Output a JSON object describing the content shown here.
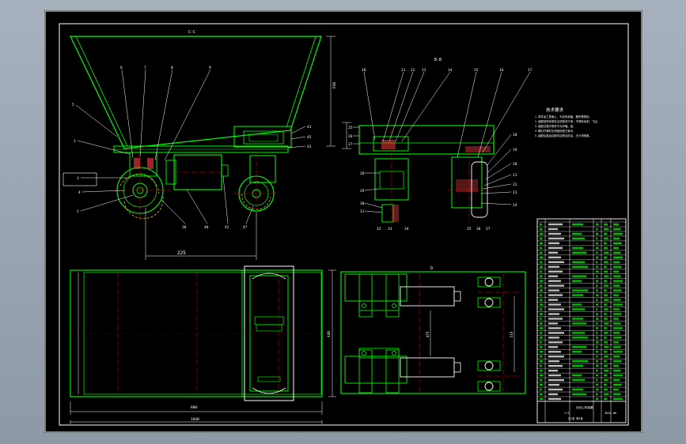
{
  "sections": {
    "cc": "C-C",
    "bb": "B-B",
    "d": "D"
  },
  "dims": {
    "d225": "225",
    "d880": "880",
    "d1040": "1040",
    "d650": "650",
    "d440": "440",
    "d470": "470",
    "d510": "510"
  },
  "balloons_left": [
    "6",
    "7",
    "8",
    "9",
    "5",
    "1",
    "3",
    "4",
    "2",
    "38",
    "40",
    "42",
    "47",
    "41",
    "45",
    "43"
  ],
  "balloons_right": [
    "10",
    "11",
    "12",
    "13",
    "14",
    "15",
    "16",
    "17",
    "18",
    "19",
    "20",
    "21",
    "22",
    "23",
    "24",
    "25",
    "26",
    "27",
    "28",
    "29",
    "30",
    "31",
    "32",
    "33",
    "34",
    "35",
    "36",
    "37"
  ],
  "tech_requirements": {
    "title": "技术要求",
    "lines": [
      "1.零件加工表面上，不应有划痕、擦伤等损伤。",
      "2.装配前所有零件必须清洗干净，不得有毛刺、飞边。",
      "3.装配过程中零件不允许磕、碰。",
      "4.螺钉拧紧时必须使用扭力扳手。",
      "5.装配后各运动部件应转动灵活，无卡滞现象。"
    ]
  },
  "title_block": {
    "drawing_name": "自动上料装置",
    "drawing_no": "ZDSL-00",
    "scale": "1:4",
    "sheet": "共1张 第1张"
  },
  "colors": {
    "outline": "#00ff00",
    "centerline": "#ff0000",
    "leader": "#ffffff",
    "frame": "#ffffff",
    "hatch": "#ff4040"
  }
}
